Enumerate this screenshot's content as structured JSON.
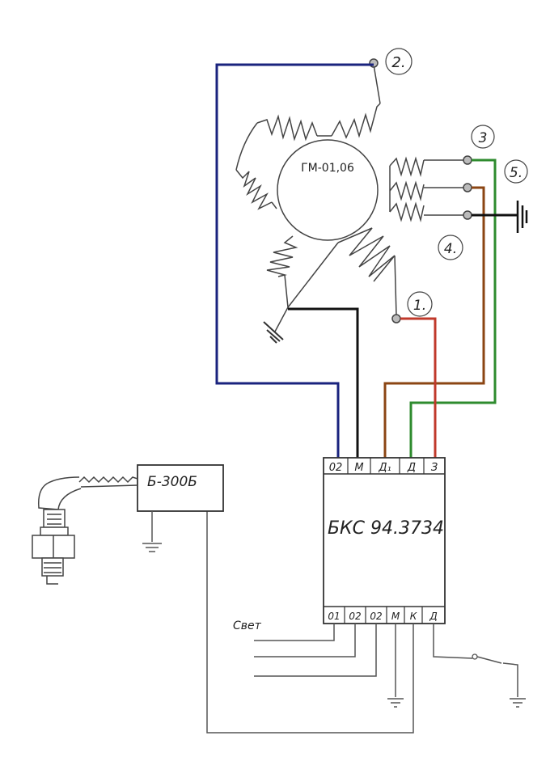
{
  "generator_label": "ГМ-01,06",
  "unit_label": "БКС 94.3734",
  "coil_label": "Б-300Б",
  "light_label": "Свет",
  "top_pins": [
    "02",
    "М",
    "Д₁",
    "Д",
    "З"
  ],
  "bottom_pins": [
    "01",
    "02",
    "02",
    "М",
    "К",
    "Д"
  ],
  "terminal_numbers": [
    "2.",
    "3",
    "5.",
    "4.",
    "1."
  ],
  "wire_colors": {
    "blue": "#1a237e",
    "black": "#111111",
    "red": "#c0392b",
    "brown": "#8b4513",
    "green": "#2e8b2e",
    "pencil": "#555555"
  }
}
